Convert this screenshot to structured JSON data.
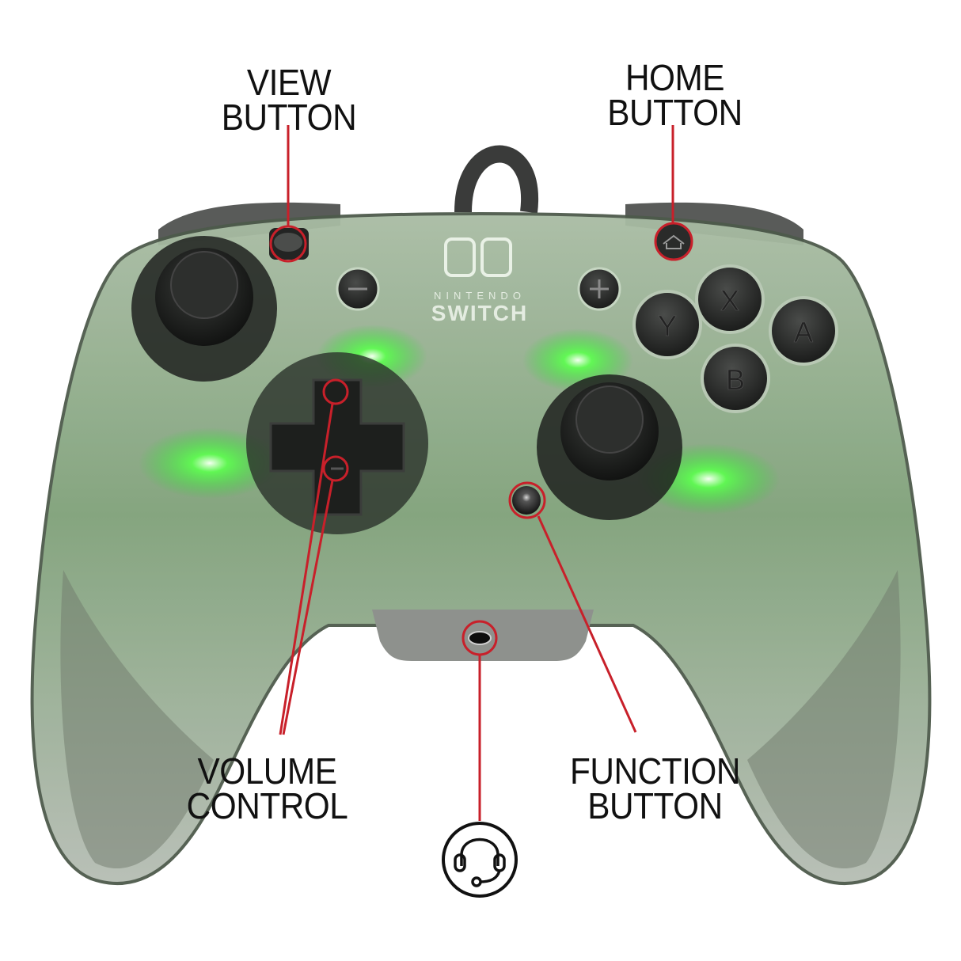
{
  "diagram": {
    "subject": "Transparent wired controller with green LED lighting",
    "callout_color": "#c8202a",
    "accent_glow_color": "#39ff4a",
    "body_tint": "#9fb59a"
  },
  "labels": {
    "view": {
      "line1": "VIEW",
      "line2": "BUTTON"
    },
    "home": {
      "line1": "HOME",
      "line2": "BUTTON"
    },
    "volume": {
      "line1": "VOLUME",
      "line2": "CONTROL"
    },
    "function": {
      "line1": "FUNCTION",
      "line2": "BUTTON"
    }
  },
  "controller": {
    "logo_top": "NINTENDO",
    "logo_bottom": "SWITCH",
    "face_buttons": {
      "x": "X",
      "y": "Y",
      "a": "A",
      "b": "B"
    },
    "minus_glyph": "−",
    "plus_glyph": "+"
  },
  "icons": {
    "headset": "headset-icon"
  }
}
